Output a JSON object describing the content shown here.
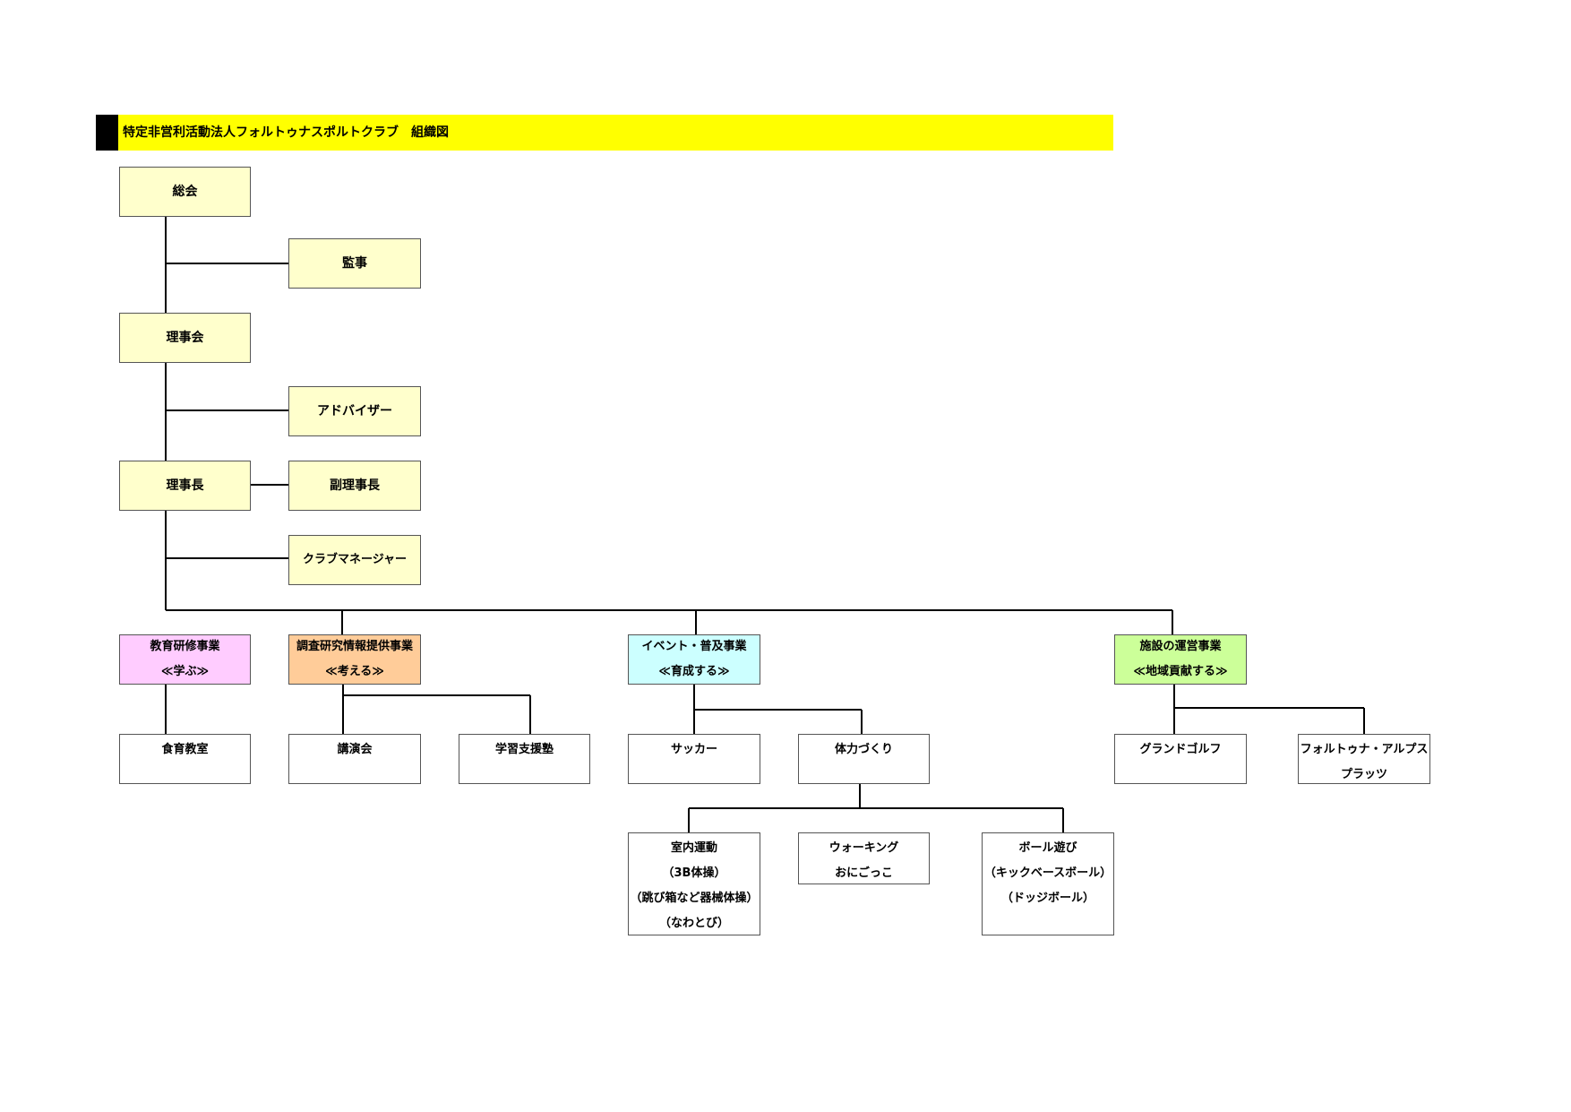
{
  "title": "特定非営利活動法人フォルトゥナスポルトクラブ　組織図",
  "colors": {
    "title_bg": "#ffff00",
    "governance": "#ffffcc",
    "education": "#ffccff",
    "research": "#ffcc99",
    "event": "#ccffff",
    "facility": "#ccff99"
  },
  "governance": {
    "general_meeting": "総会",
    "auditor": "監事",
    "board": "理事会",
    "advisor": "アドバイザー",
    "chairman": "理事長",
    "vice_chairman": "副理事長",
    "club_manager": "クラブマネージャー"
  },
  "divisions": {
    "education": {
      "name": "教育研修事業",
      "motto": "≪学ぶ≫"
    },
    "research": {
      "name": "調査研究情報提供事業",
      "motto": "≪考える≫"
    },
    "event": {
      "name": "イベント・普及事業",
      "motto": "≪育成する≫"
    },
    "facility": {
      "name": "施設の運営事業",
      "motto": "≪地域貢献する≫"
    }
  },
  "programs": {
    "food_education": "食育教室",
    "lecture": "講演会",
    "study_school": "学習支援塾",
    "soccer": "サッカー",
    "fitness": "体力づくり",
    "ground_golf": "グランドゴルフ",
    "fortuna_alps": {
      "line1": "フォルトゥナ・アルプス",
      "line2": "プラッツ"
    }
  },
  "fitness_activities": {
    "indoor": {
      "line1": "室内運動",
      "line2": "（3B体操）",
      "line3": "（跳び箱など器械体操）",
      "line4": "（なわとび）"
    },
    "walking": {
      "line1": "ウォーキング",
      "line2": "おにごっこ"
    },
    "ball": {
      "line1": "ボール遊び",
      "line2": "（キックベースボール）",
      "line3": "（ドッジボール）"
    }
  }
}
